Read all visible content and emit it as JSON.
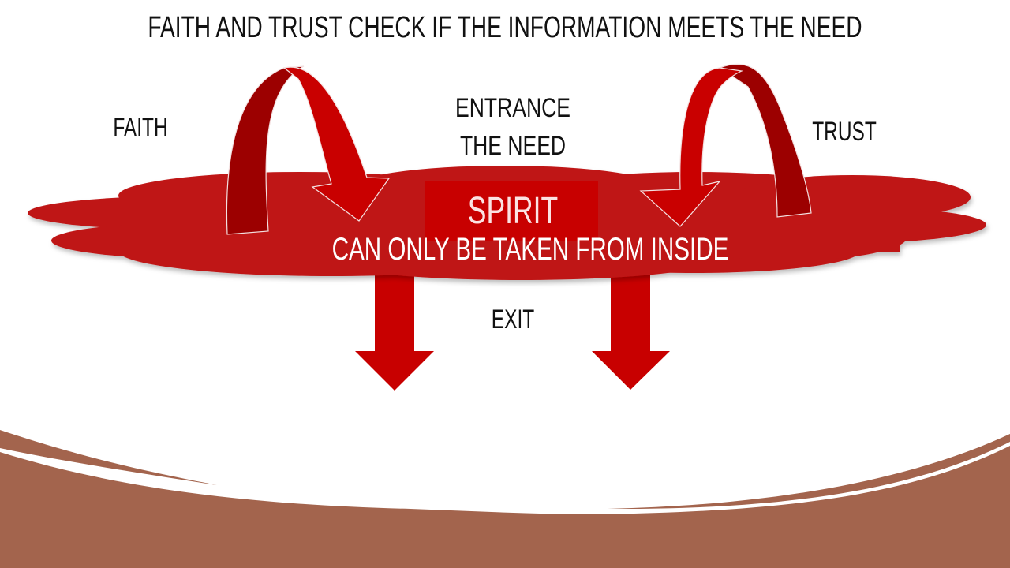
{
  "slide": {
    "title": "FAITH AND TRUST CHECK IF THE INFORMATION MEETS THE NEED",
    "labels": {
      "faith": "FAITH",
      "trust": "TRUST",
      "entrance": "ENTRANCE",
      "the_need": "THE NEED",
      "spirit": "SPIRIT",
      "inside_note": "CAN ONLY BE TAKEN FROM INSIDE",
      "exit": "EXIT"
    },
    "shapes": {
      "cloud": "spirit-cloud",
      "curved_arrows": [
        "faith-curved-arrow",
        "trust-curved-arrow"
      ],
      "exit_arrows": [
        "left-exit-arrow",
        "right-exit-arrow"
      ],
      "footer": "brown-wave-footer"
    },
    "colors": {
      "cloud": "#bf1515",
      "cloud_inner": "#c80000",
      "arrow_front": "#c90000",
      "arrow_back": "#9c0000",
      "footer": "#a3644d",
      "text_dark": "#111111",
      "text_light": "#ffffff"
    }
  }
}
